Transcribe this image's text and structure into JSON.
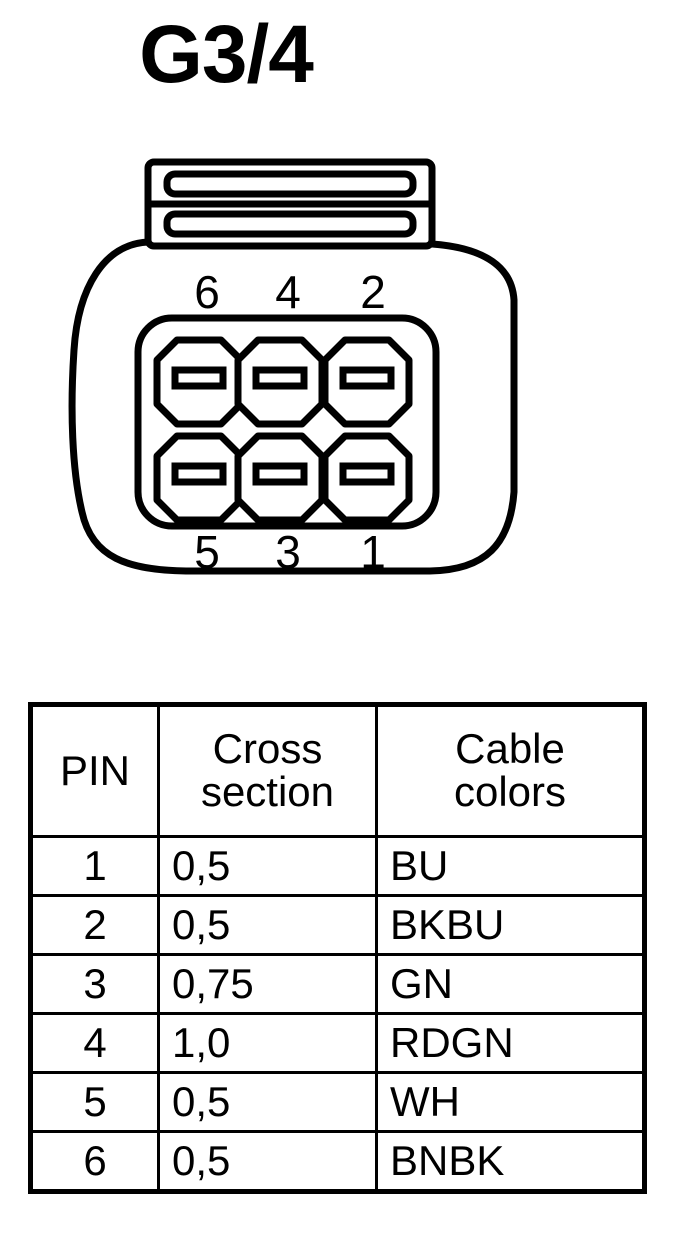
{
  "title": "G3/4",
  "connector": {
    "name": "6-pin connector face view",
    "latch_label": "connector latch",
    "pin_count": 6,
    "top_row_labels": [
      "6",
      "4",
      "2"
    ],
    "bottom_row_labels": [
      "5",
      "3",
      "1"
    ],
    "line_color": "#000000",
    "fill_color": "#ffffff"
  },
  "table": {
    "headers": {
      "pin": [
        "PIN"
      ],
      "cross_section": [
        "Cross",
        "section"
      ],
      "cable_colors": [
        "Cable",
        "colors"
      ]
    },
    "rows": [
      {
        "pin": "1",
        "cross_section": "0,5",
        "cable_colors": "BU"
      },
      {
        "pin": "2",
        "cross_section": "0,5",
        "cable_colors": "BKBU"
      },
      {
        "pin": "3",
        "cross_section": "0,75",
        "cable_colors": "GN"
      },
      {
        "pin": "4",
        "cross_section": "1,0",
        "cable_colors": "RDGN"
      },
      {
        "pin": "5",
        "cross_section": "0,5",
        "cable_colors": "WH"
      },
      {
        "pin": "6",
        "cross_section": "0,5",
        "cable_colors": "BNBK"
      }
    ]
  }
}
